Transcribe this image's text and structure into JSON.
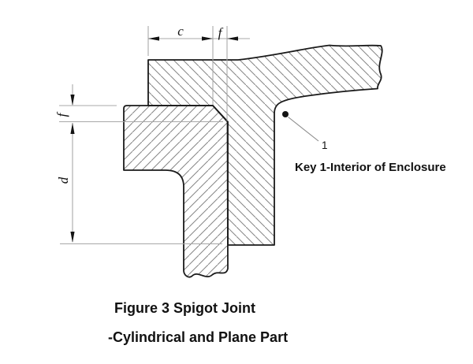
{
  "figure": {
    "labels": {
      "c": "c",
      "f_top": "f",
      "f_left": "f",
      "d": "d"
    },
    "key": {
      "marker": "1",
      "text": "Key 1-Interior of Enclosure"
    },
    "caption": {
      "line1": "Figure 3 Spigot Joint",
      "line2": "-Cylindrical and Plane Part"
    }
  },
  "colors": {
    "outline": "#1a1a1a",
    "hatch": "#858585",
    "dimension": "#a8a8a8",
    "leader": "#8a8a8a",
    "arrow": "#141414",
    "text": "#111111",
    "background": "#ffffff"
  }
}
